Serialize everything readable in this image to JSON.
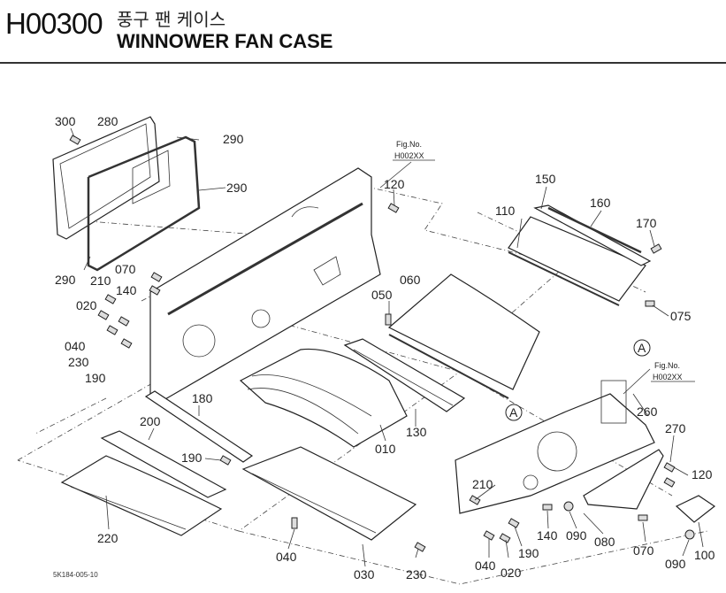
{
  "header": {
    "code": "H00300",
    "title_ko": "풍구 팬 케이스",
    "title_en": "WINNOWER FAN CASE"
  },
  "fig_refs": {
    "top": {
      "line1": "Fig.No.",
      "line2": "H002XX"
    },
    "right": {
      "line1": "Fig.No.",
      "line2": "H002XX"
    }
  },
  "callouts": {
    "marker": "A",
    "marker2": "A"
  },
  "part_labels": {
    "p300": "300",
    "p280": "280",
    "p290a": "290",
    "p290b": "290",
    "p290c": "290",
    "p120a": "120",
    "p150": "150",
    "p160": "160",
    "p110": "110",
    "p170": "170",
    "p070a": "070",
    "p210a": "210",
    "p140a": "140",
    "p060": "060",
    "p050": "050",
    "p075": "075",
    "p020a": "020",
    "p040a": "040",
    "p230a": "230",
    "p190a": "190",
    "p180": "180",
    "p200": "200",
    "p190b": "190",
    "p010": "010",
    "p130": "130",
    "p260": "260",
    "p270": "270",
    "p120b": "120",
    "p210b": "210",
    "p220": "220",
    "p040b": "040",
    "p030": "030",
    "p230b": "230",
    "p140b": "140",
    "p090a": "090",
    "p080": "080",
    "p190c": "190",
    "p040c": "040",
    "p020b": "020",
    "p070b": "070",
    "p090b": "090",
    "p100": "100"
  },
  "footer": {
    "sheet_code": "5K184-005-10"
  }
}
